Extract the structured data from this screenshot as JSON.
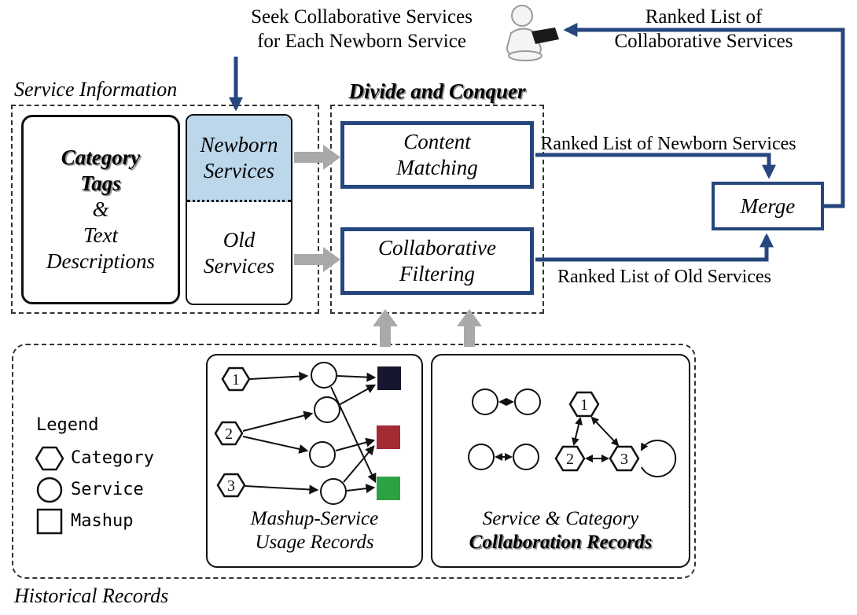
{
  "colors": {
    "blue": "#26477E",
    "light_blue": "#BCD6EA",
    "gray": "#A9A9A9",
    "black": "#111111",
    "red": "#E8212E",
    "yellow": "#FFE93B",
    "green": "#7DC462",
    "cyan": "#2FA8DC",
    "navy_square": "#16162E",
    "dark_red_square": "#A42A34",
    "green_square": "#2EA143"
  },
  "top": {
    "seek_line1": "Seek Collaborative Services",
    "seek_line2": "for Each Newborn Service",
    "ranked_collaborative_line1": "Ranked List of",
    "ranked_collaborative_line2": "Collaborative Services"
  },
  "service_information": {
    "title": "Service Information",
    "category_tags": [
      "Category",
      "Tags",
      "&",
      "Text",
      "Descriptions"
    ],
    "newborn_services": [
      "Newborn",
      "Services"
    ],
    "old_services": [
      "Old",
      "Services"
    ]
  },
  "divide_and_conquer": {
    "title": "Divide and Conquer",
    "content_matching": [
      "Content",
      "Matching"
    ],
    "collaborative_filtering": [
      "Collaborative",
      "Filtering"
    ]
  },
  "merge": {
    "label": "Merge"
  },
  "flows": {
    "ranked_newborn": "Ranked List of Newborn Services",
    "ranked_old": "Ranked List of Old Services"
  },
  "historical_records": {
    "title": "Historical Records",
    "legend": {
      "title": "Legend",
      "category": "Category",
      "service": "Service",
      "mashup": "Mashup"
    },
    "usage_records": {
      "caption_line1": "Mashup-Service",
      "caption_line2": "Usage Records",
      "hexagons": [
        "1",
        "2",
        "3"
      ]
    },
    "collaboration_records": {
      "caption_line1": "Service & Category",
      "caption_line2": "Collaboration Records",
      "hexagons": [
        "1",
        "2",
        "3"
      ]
    }
  }
}
